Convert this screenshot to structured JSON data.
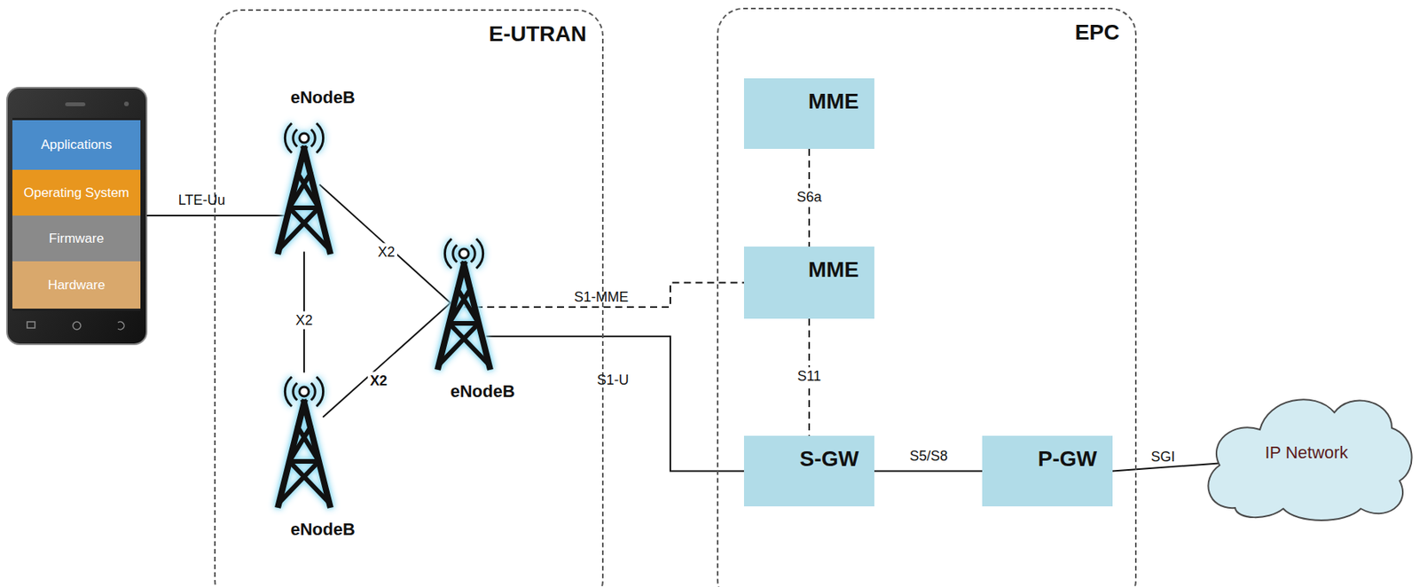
{
  "diagram": {
    "nodes": [
      {
        "text": [
          "Applications"
        ]
      },
      {
        "text": [
          "Operating System"
        ]
      },
      {
        "text": [
          "Firmware"
        ]
      },
      {
        "text": [
          "Hardware"
        ]
      },
      {
        "text": [
          "E-UTRAN"
        ]
      },
      {
        "text": [
          "eNodeB"
        ],
        "in": 4
      },
      {
        "text": [
          "eNodeB"
        ],
        "in": 4
      },
      {
        "text": [
          "eNodeB"
        ],
        "in": 4
      },
      {
        "text": [
          "EPC"
        ]
      },
      {
        "text": [
          "MME"
        ],
        "in": 8
      },
      {
        "text": [
          "MME"
        ],
        "in": 8
      },
      {
        "text": [
          "S-GW"
        ],
        "in": 8
      },
      {
        "text": [
          "P-GW"
        ],
        "in": 8
      },
      {
        "text": [
          "IP Network"
        ]
      }
    ],
    "edges": [
      {
        "from": 5,
        "to": 7,
        "label": "X2",
        "arrow": "none"
      },
      {
        "from": 5,
        "to": 6,
        "label": "X2",
        "arrow": "none"
      },
      {
        "from": 6,
        "to": 7,
        "label": "X2",
        "arrow": "none"
      },
      {
        "from": 7,
        "to": 10,
        "label": "S1-MME",
        "arrow": "none"
      },
      {
        "from": 7,
        "to": 11,
        "label": "S1-U",
        "arrow": "none"
      },
      {
        "from": 9,
        "to": 10,
        "label": "S6a",
        "arrow": "none"
      },
      {
        "from": 10,
        "to": 11,
        "label": "S11",
        "arrow": "none"
      },
      {
        "from": 11,
        "to": 12,
        "label": "S5/S8",
        "arrow": "none"
      },
      {
        "from": 12,
        "to": 13,
        "label": "SGI",
        "arrow": "none"
      }
    ],
    "labels": [
      "LTE-Uu"
    ]
  }
}
